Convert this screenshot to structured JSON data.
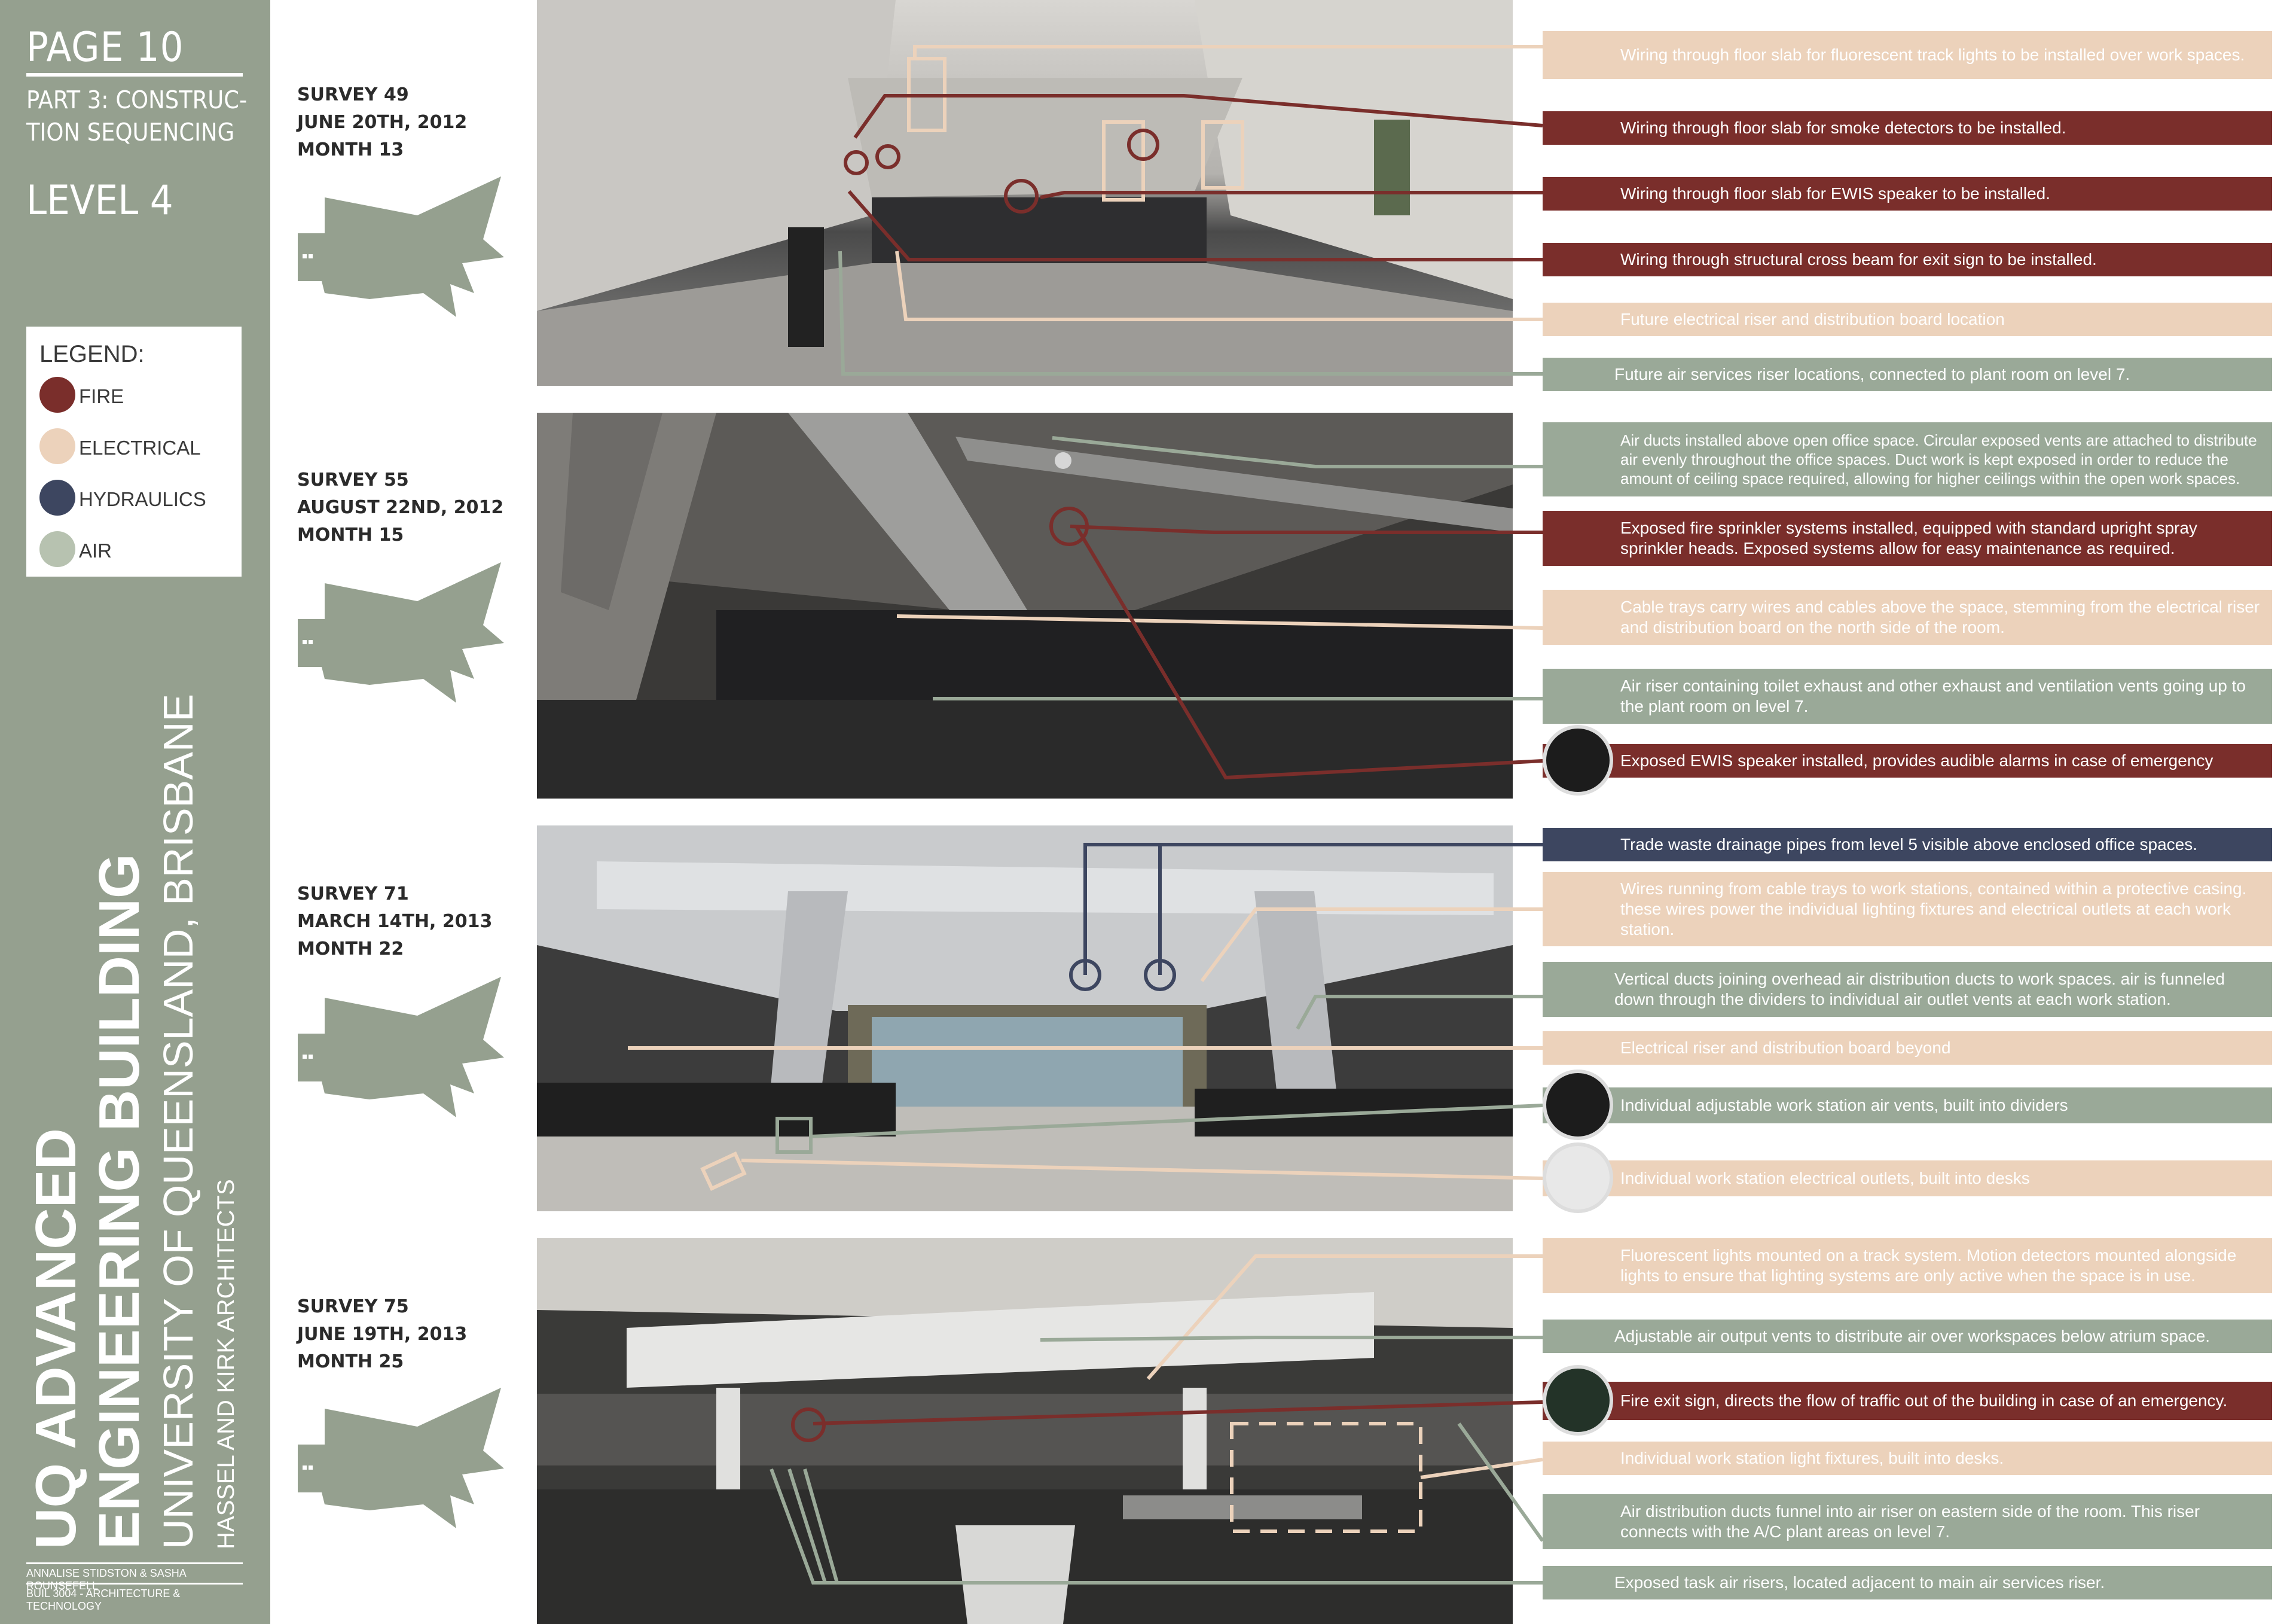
{
  "sidebar": {
    "page": "PAGE 10",
    "part": "PART 3: CONSTRUC-TION SEQUENCING",
    "level": "LEVEL 4",
    "legend": {
      "title": "LEGEND:",
      "items": [
        {
          "label": "FIRE",
          "color": "#7a2e2b"
        },
        {
          "label": "ELECTRICAL",
          "color": "#ecd2bb"
        },
        {
          "label": "HYDRAULICS",
          "color": "#3d4660"
        },
        {
          "label": "AIR",
          "color": "#b7c2b0"
        }
      ]
    },
    "title_line1": "UQ ADVANCED",
    "title_line2": "ENGINEERING BUILDING",
    "subtitle": "UNIVERSITY OF QUEENSLAND, BRISBANE",
    "architects": "HASSEL AND KIRK ARCHITECTS",
    "authors": "ANNALISE STIDSTON & SASHA ROUNSEFELL",
    "course": "BUIL 3004 - ARCHITECTURE & TECHNOLOGY"
  },
  "surveys": [
    {
      "survey": "SURVEY 49",
      "date": "JUNE 20TH, 2012",
      "month": "MONTH 13",
      "callouts": [
        {
          "text": "Wiring through floor slab for fluorescent track lights to be installed over work spaces.",
          "type": "elec"
        },
        {
          "text": "Wiring through floor slab for smoke detectors to be installed.",
          "type": "fire"
        },
        {
          "text": "Wiring through floor slab for EWIS speaker to be installed.",
          "type": "fire"
        },
        {
          "text": "Wiring through structural cross beam for exit sign to be installed.",
          "type": "fire"
        },
        {
          "text": "Future electrical riser and distribution board location",
          "type": "elec"
        },
        {
          "text": "Future air services riser locations, connected to plant room on level 7.",
          "type": "air"
        }
      ]
    },
    {
      "survey": "SURVEY 55",
      "date": "AUGUST 22ND, 2012",
      "month": "MONTH 15",
      "callouts": [
        {
          "text": "Air ducts installed above open office space. Circular exposed vents are attached to distribute air evenly throughout the office spaces. Duct work is kept exposed in order to reduce the amount of ceiling space required, allowing for higher ceilings within the open work spaces.",
          "type": "air"
        },
        {
          "text": "Exposed fire sprinkler systems installed, equipped with standard upright spray sprinkler heads. Exposed systems allow for easy maintenance as required.",
          "type": "fire"
        },
        {
          "text": "Cable trays carry wires and cables above the space, stemming from the electrical riser and distribution board on the north side of the room.",
          "type": "elec"
        },
        {
          "text": "Air riser containing toilet exhaust and other exhaust and ventilation vents going up to the plant room on level 7.",
          "type": "air"
        },
        {
          "text": "Exposed EWIS speaker installed, provides audible alarms in case of emergency",
          "type": "fire"
        }
      ]
    },
    {
      "survey": "SURVEY 71",
      "date": "MARCH 14TH, 2013",
      "month": "MONTH 22",
      "callouts": [
        {
          "text": "Trade waste drainage pipes from level 5 visible above enclosed office spaces.",
          "type": "hyd"
        },
        {
          "text": "Wires running from cable trays to work stations, contained within a protective casing. these wires power the individual lighting fixtures and electrical outlets at each work station.",
          "type": "elec"
        },
        {
          "text": "Vertical ducts joining overhead air distribution ducts to work spaces. air is funneled down through the dividers to individual air outlet vents at each work station.",
          "type": "air"
        },
        {
          "text": "Electrical riser and distribution board beyond",
          "type": "elec"
        },
        {
          "text": "Individual adjustable work station air vents, built into dividers",
          "type": "air"
        },
        {
          "text": "Individual work station electrical outlets, built into desks",
          "type": "elec"
        }
      ]
    },
    {
      "survey": "SURVEY 75",
      "date": "JUNE 19TH, 2013",
      "month": "MONTH 25",
      "callouts": [
        {
          "text": "Fluorescent lights mounted on a track system. Motion detectors mounted alongside lights to ensure that lighting systems are only active when the space is in use.",
          "type": "elec"
        },
        {
          "text": "Adjustable air output vents to distribute air over workspaces below atrium space.",
          "type": "air"
        },
        {
          "text": "Fire exit sign, directs the flow of traffic out of the building in case of an emergency.",
          "type": "fire"
        },
        {
          "text": "Individual work station light fixtures, built into desks.",
          "type": "elec"
        },
        {
          "text": "Air distribution ducts funnel into air riser on eastern side of the room. This riser connects with the A/C plant areas on level 7.",
          "type": "air"
        },
        {
          "text": "Exposed task air risers, located adjacent to main air services riser.",
          "type": "air"
        }
      ]
    }
  ]
}
